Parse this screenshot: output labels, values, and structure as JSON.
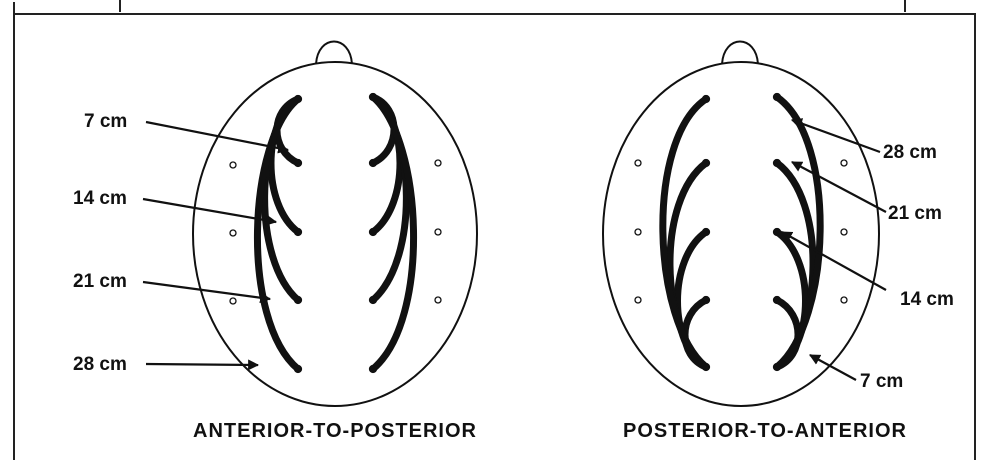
{
  "colors": {
    "ink": "#111111",
    "background": "#ffffff",
    "frame": "#222222"
  },
  "left_panel": {
    "title": "ANTERIOR-TO-POSTERIOR",
    "distance_labels": [
      "7 cm",
      "14 cm",
      "21 cm",
      "28 cm"
    ]
  },
  "right_panel": {
    "title": "POSTERIOR-TO-ANTERIOR",
    "distance_labels": [
      "28 cm",
      "21 cm",
      "14 cm",
      "7 cm"
    ]
  }
}
